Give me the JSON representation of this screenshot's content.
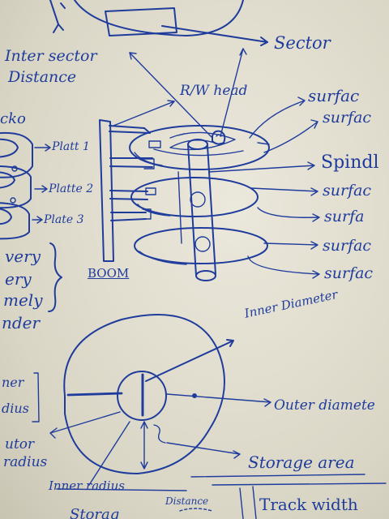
{
  "colors": {
    "ink": "#1f3c9c",
    "paper": "#e6e2d4"
  },
  "top_diagram": {
    "sector": "Sector",
    "inter_sector": "Inter sector",
    "distance": "Distance",
    "rw_head": "R/W head",
    "platter_stack_label": "cko",
    "platter_labels": [
      "Platt 1",
      "Platte 2",
      "Plate 3"
    ],
    "surface_labels": [
      "surfac",
      "surfac",
      "surfac",
      "surfa",
      "surfac",
      "surfac"
    ],
    "spindle": "Spindl",
    "boom": "BOOM",
    "left_list": [
      "very",
      "ery",
      "mely",
      "nder"
    ]
  },
  "bottom_diagram": {
    "inner_diameter": "Inner Diameter",
    "outer_diameter": "Outer diamete",
    "outer_radius_1": "utor",
    "outer_radius_2": "radius",
    "storage_area": "Storage area",
    "inner_radius": "Inner radius",
    "bracket_1": "ner",
    "bracket_2": "dius",
    "distance": "Distance",
    "track_width": "Track width",
    "bottom_text": "Storag"
  }
}
